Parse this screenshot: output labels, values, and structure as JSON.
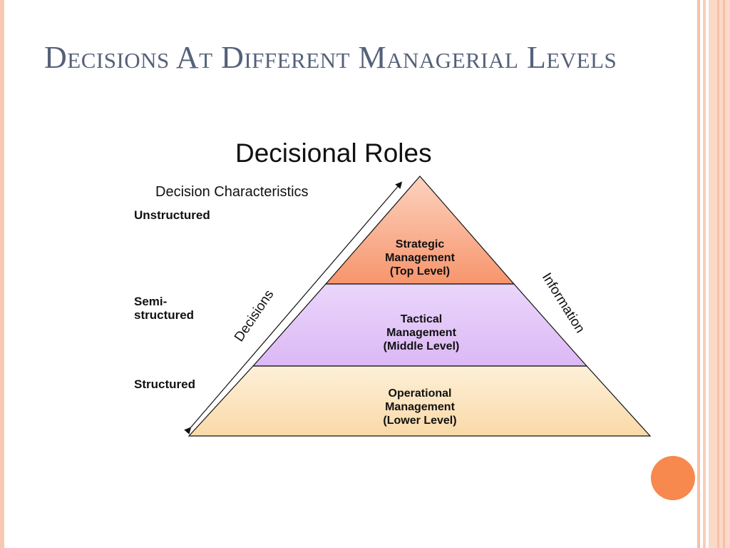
{
  "slide": {
    "title": "Decisions At Different Managerial Levels",
    "accent_color": "#f79a6a"
  },
  "diagram": {
    "title": "Decisional Roles",
    "characteristics_heading": "Decision Characteristics",
    "levels_left": {
      "unstructured": "Unstructured",
      "semi_structured": "Semi-\nstructured",
      "structured": "Structured"
    },
    "tiers": {
      "top": "Strategic\nManagement\n(Top Level)",
      "middle": "Tactical\nManagement\n(Middle Level)",
      "lower": "Operational\nManagement\n(Lower Level)"
    },
    "arrow_left_label": "Decisions",
    "arrow_right_label": "Information",
    "colors": {
      "top": "#f7a07c",
      "middle": "#e3c6f7",
      "lower": "#fbe3bb"
    }
  }
}
